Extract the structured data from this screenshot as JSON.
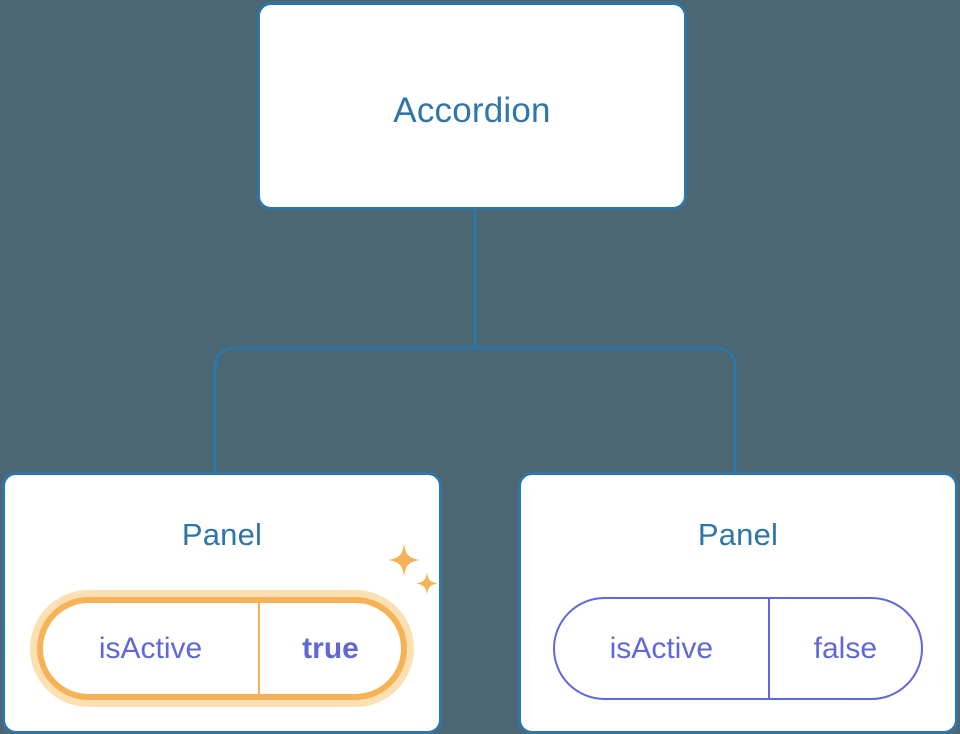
{
  "diagram": {
    "type": "component-tree",
    "background_color": "#4b6774",
    "node_border_color": "#2e76a8",
    "node_title_color": "#2e76a8",
    "connector_color": "#2e76a8",
    "prop_color": "#6067d8",
    "highlight_color": "#f6b257",
    "highlight_glow_color": "#fce0b3",
    "root": {
      "label": "Accordion"
    },
    "children": [
      {
        "label": "Panel",
        "prop": {
          "name": "isActive",
          "value": "true",
          "highlighted": true,
          "value_bold": true
        },
        "sparkle_icons": [
          "sparkle-large-icon",
          "sparkle-small-icon"
        ]
      },
      {
        "label": "Panel",
        "prop": {
          "name": "isActive",
          "value": "false",
          "highlighted": false,
          "value_bold": false
        }
      }
    ]
  }
}
